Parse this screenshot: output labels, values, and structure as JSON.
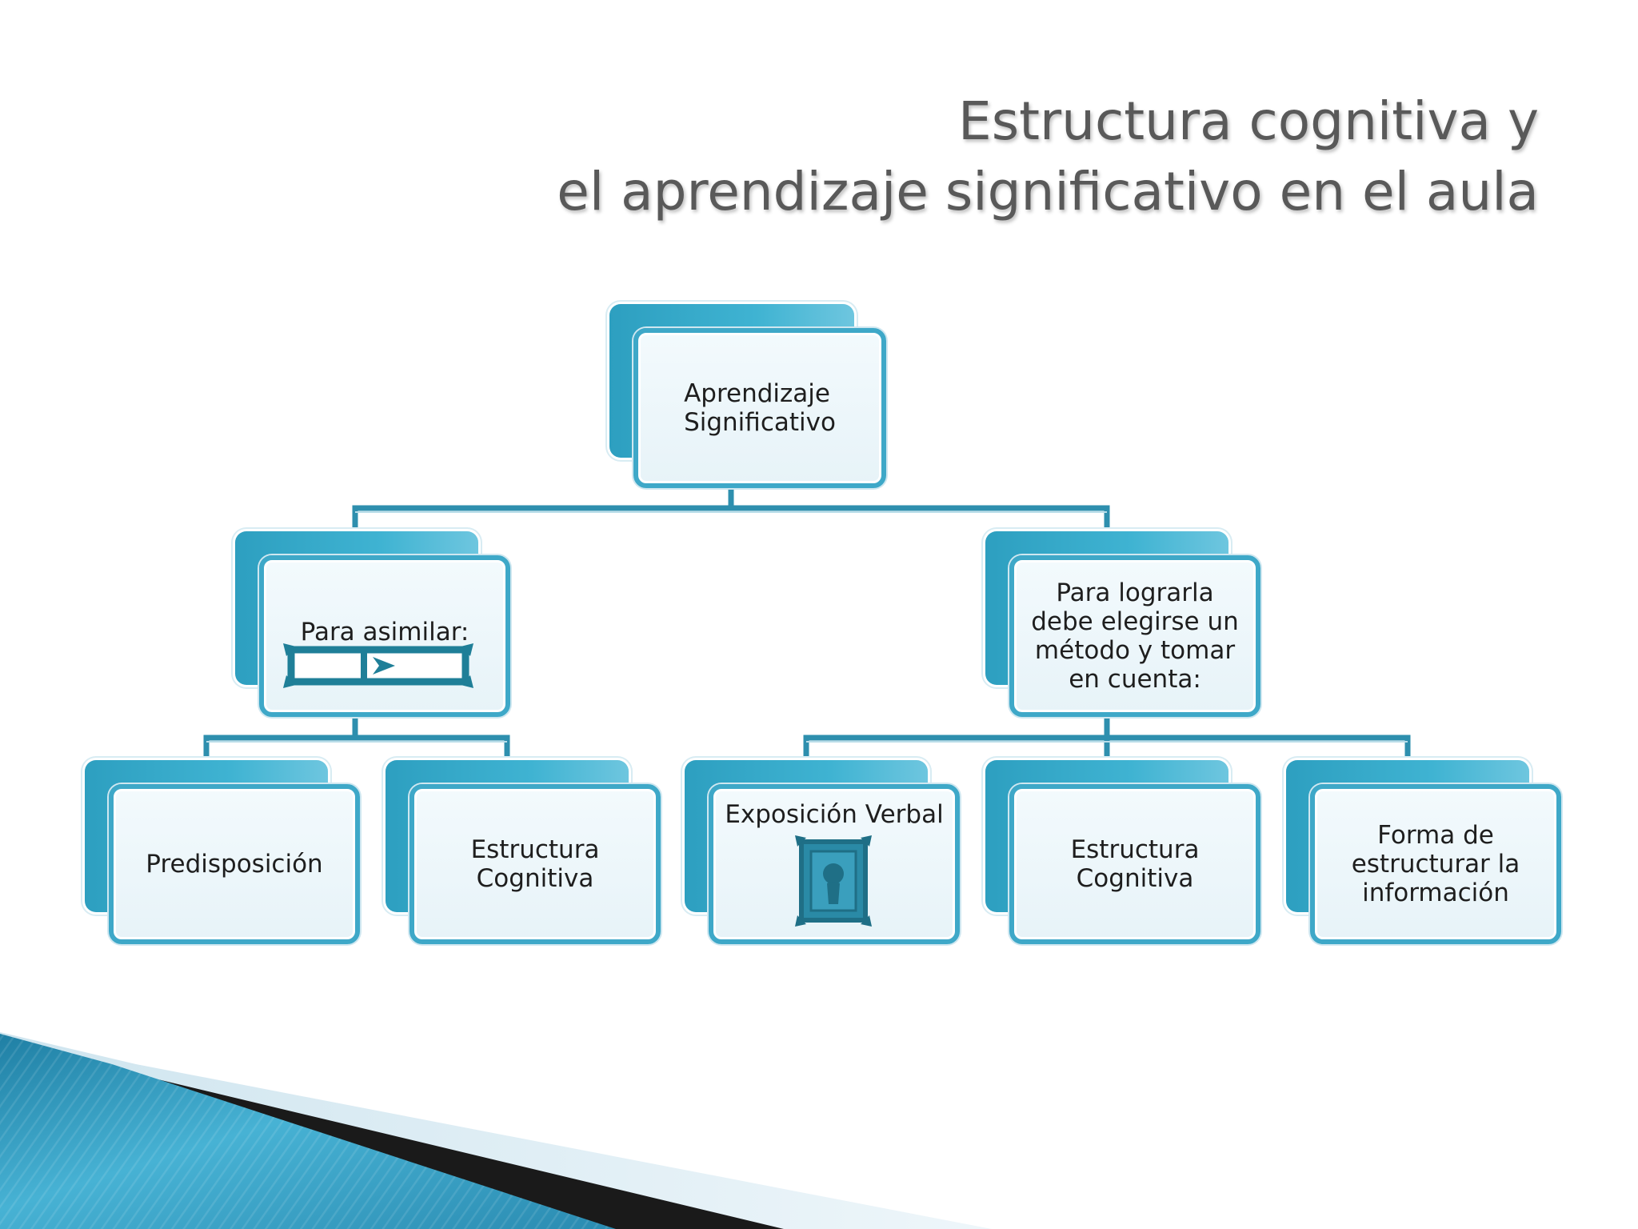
{
  "slide": {
    "title_line1": "Estructura cognitiva y",
    "title_line2": "el aprendizaje significativo en el aula"
  },
  "diagram": {
    "root": {
      "label": "Aprendizaje\nSignificativo"
    },
    "left_branch": {
      "label": "Para asimilar:",
      "icon": "double-arrow-placeholder-icon"
    },
    "right_branch": {
      "label": "Para lograrla\ndebe elegirse un\nmétodo y tomar\nen cuenta:"
    },
    "left_children": [
      {
        "label": "Predisposición"
      },
      {
        "label": "Estructura\nCognitiva"
      }
    ],
    "right_children": [
      {
        "label": "Exposición Verbal",
        "icon": "portrait-picture-icon"
      },
      {
        "label": "Estructura\nCognitiva"
      },
      {
        "label": "Forma de\nestructurar la\ninformación"
      }
    ]
  },
  "colors": {
    "accent": "#3ea8c8",
    "accent_dark": "#1f7f98",
    "connector": "#2e8fae",
    "title": "#595959"
  }
}
